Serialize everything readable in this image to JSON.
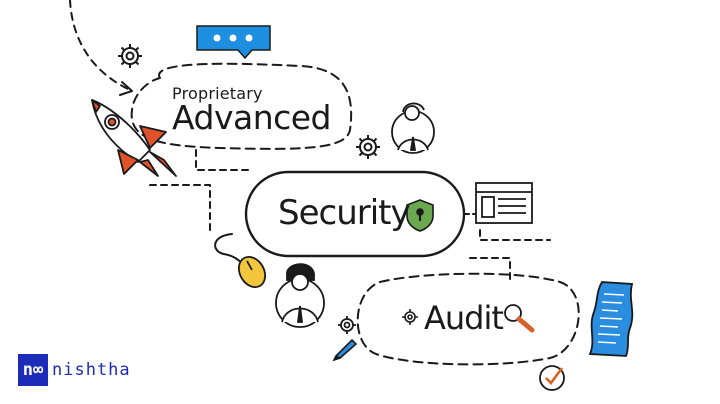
{
  "bubbles": {
    "proprietary_label": "Proprietary",
    "advanced_label": "Advanced",
    "security_label": "Security",
    "audit_label": "Audit"
  },
  "brand": {
    "mark": "n∞",
    "name": "nishtha"
  },
  "colors": {
    "ink": "#1a1a1a",
    "chat_blue": "#1e8fe0",
    "shield_green": "#6aa84f",
    "rocket_orange": "#e0532a",
    "mouse_yellow": "#f2c53d",
    "doc_blue": "#2a8de0",
    "brand_blue": "#1c2bb8",
    "magnifier_orange": "#d9622b"
  },
  "icons": [
    "rocket-icon",
    "chat-bubble-icon",
    "gear-icon",
    "person-icon",
    "shield-lock-icon",
    "browser-window-icon",
    "mouse-icon",
    "magnifier-icon",
    "document-scroll-icon",
    "checkmark-icon",
    "pencil-icon"
  ]
}
